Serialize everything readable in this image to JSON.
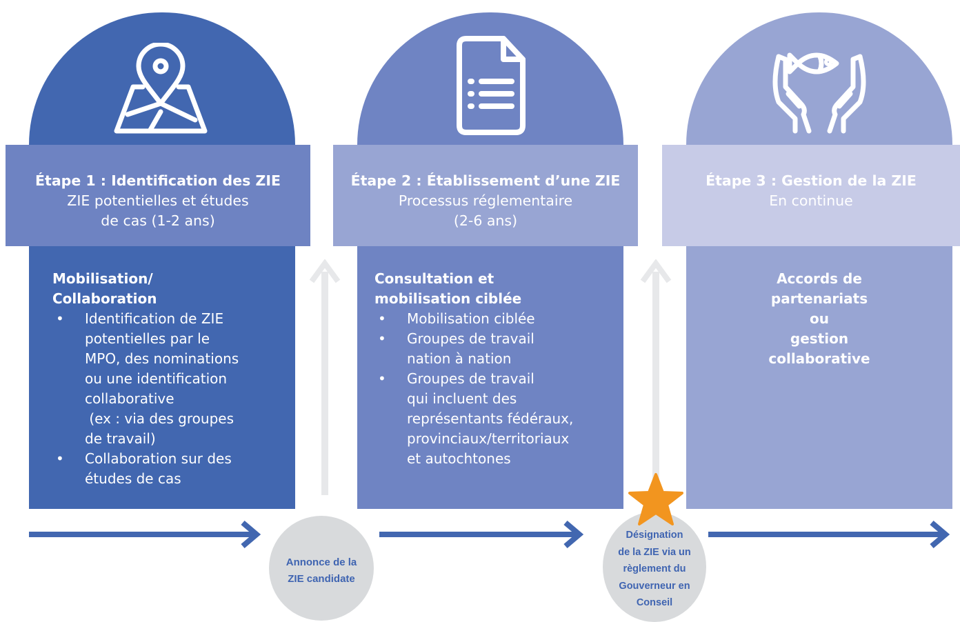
{
  "colors": {
    "step1": "#4267b0",
    "step1_band": "#6e83c2",
    "step2": "#6f84c3",
    "step2_band": "#98a5d3",
    "step3": "#98a5d3",
    "step3_band": "#c7cbe7",
    "arrow": "#4267b0",
    "grey": "#d8dadc",
    "star": "#f2951f"
  },
  "steps": [
    {
      "icon": "map-pin-icon",
      "title": "Étape 1 : Identification des ZIE",
      "sub1": "ZIE potentielles et études",
      "sub2": "de cas (1-2 ans)",
      "head1": "Mobilisation/",
      "head2": "Collaboration",
      "lines": [
        {
          "text": "Identification de ZIE",
          "bullet": true
        },
        {
          "text": "potentielles par le",
          "bullet": false
        },
        {
          "text": "MPO, des nominations",
          "bullet": false
        },
        {
          "text": "ou une identification",
          "bullet": false
        },
        {
          "text": "collaborative",
          "bullet": false
        },
        {
          "text": " (ex : via des groupes",
          "bullet": false
        },
        {
          "text": "de travail)",
          "bullet": false
        },
        {
          "text": "Collaboration sur des",
          "bullet": true
        },
        {
          "text": "études de cas",
          "bullet": false
        }
      ]
    },
    {
      "icon": "document-icon",
      "title": "Étape 2 : Établissement d’une ZIE",
      "sub1": "Processus réglementaire",
      "sub2": "(2-6 ans)",
      "head1": "Consultation et",
      "head2": "mobilisation ciblée",
      "lines": [
        {
          "text": "Mobilisation ciblée",
          "bullet": true
        },
        {
          "text": "Groupes de travail",
          "bullet": true
        },
        {
          "text": "nation à nation",
          "bullet": false
        },
        {
          "text": "Groupes de travail",
          "bullet": true
        },
        {
          "text": "qui incluent des",
          "bullet": false
        },
        {
          "text": "représentants fédéraux,",
          "bullet": false
        },
        {
          "text": "provinciaux/territoriaux",
          "bullet": false
        },
        {
          "text": "et autochtones",
          "bullet": false
        }
      ]
    },
    {
      "icon": "hands-fish-icon",
      "title": "Étape 3 : Gestion de la ZIE",
      "sub1": "En continue",
      "head_lines": [
        "Accords de",
        "partenariats",
        "ou",
        "gestion",
        "collaborative"
      ]
    }
  ],
  "milestones": {
    "announce": {
      "line1": "Annonce de la",
      "line2": "ZIE candidate"
    },
    "designation": {
      "lines": [
        "Désignation",
        "de la ZIE via un",
        "règlement du",
        "Gouverneur en",
        "Conseil"
      ]
    }
  }
}
